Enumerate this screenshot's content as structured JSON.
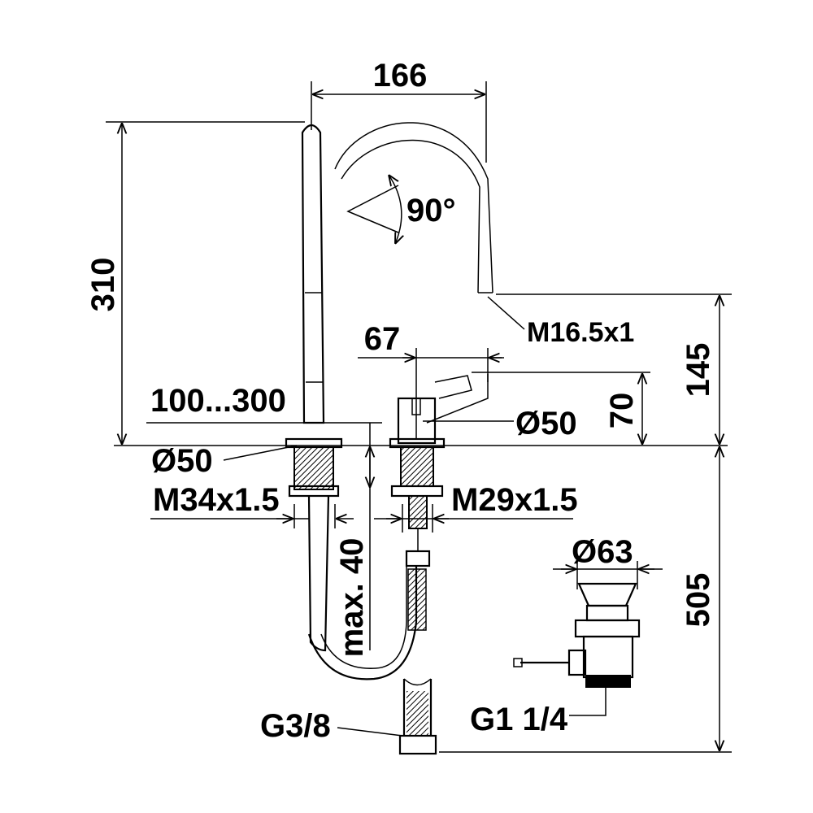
{
  "dimensions": {
    "spout_reach": "166",
    "total_height": "310",
    "rotation": "90°",
    "aerator_thread": "M16.5x1",
    "handle_offset": "67",
    "spout_height": "145",
    "handle_height": "70",
    "spacing_range": "100...300",
    "handle_diameter": "Ø50",
    "spout_diameter": "Ø50",
    "spout_thread": "M34x1.5",
    "handle_thread": "M29x1.5",
    "max_deck": "max. 40",
    "drain_diameter": "Ø63",
    "below_deck": "505",
    "supply_thread": "G3/8",
    "drain_thread": "G1 1/4"
  },
  "colors": {
    "line": "#000000",
    "background": "#ffffff"
  }
}
